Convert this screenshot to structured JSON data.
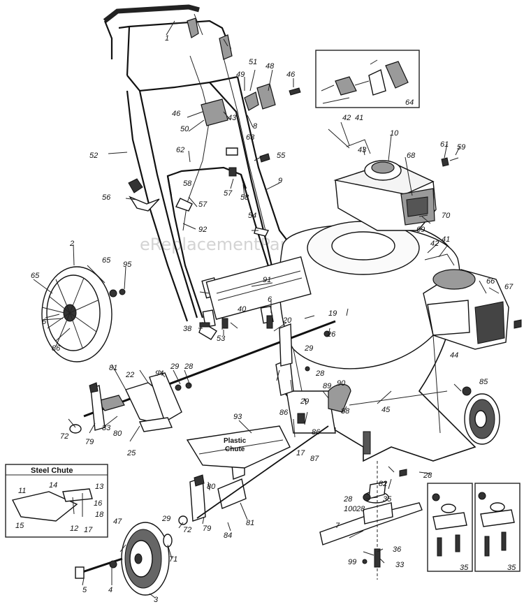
{
  "watermark": "eReplacementParts.com",
  "boxes": {
    "steel_chute": "Steel Chute",
    "plastic_chute": "Plastic\nChute"
  },
  "callouts": [
    {
      "id": "c1",
      "text": "1"
    },
    {
      "id": "c2",
      "text": "2"
    },
    {
      "id": "c3",
      "text": "3"
    },
    {
      "id": "c4",
      "text": "4"
    },
    {
      "id": "c5",
      "text": "5"
    },
    {
      "id": "c6",
      "text": "6"
    },
    {
      "id": "c6b",
      "text": "6"
    },
    {
      "id": "c7",
      "text": "7"
    },
    {
      "id": "c8",
      "text": "8"
    },
    {
      "id": "c9",
      "text": "9"
    },
    {
      "id": "c10",
      "text": "10"
    },
    {
      "id": "c11",
      "text": "11"
    },
    {
      "id": "c12",
      "text": "12"
    },
    {
      "id": "c13",
      "text": "13"
    },
    {
      "id": "c14",
      "text": "14"
    },
    {
      "id": "c15",
      "text": "15"
    },
    {
      "id": "c16",
      "text": "16"
    },
    {
      "id": "c17",
      "text": "17"
    },
    {
      "id": "c17b",
      "text": "17"
    },
    {
      "id": "c18",
      "text": "18"
    },
    {
      "id": "c19",
      "text": "19"
    },
    {
      "id": "c20",
      "text": "20"
    },
    {
      "id": "c22",
      "text": "22"
    },
    {
      "id": "c25",
      "text": "25"
    },
    {
      "id": "c26",
      "text": "26"
    },
    {
      "id": "c28a",
      "text": "28"
    },
    {
      "id": "c28b",
      "text": "28"
    },
    {
      "id": "c28c",
      "text": "28"
    },
    {
      "id": "c28d",
      "text": "28"
    },
    {
      "id": "c28e",
      "text": "28"
    },
    {
      "id": "c29a",
      "text": "29"
    },
    {
      "id": "c29b",
      "text": "29"
    },
    {
      "id": "c29c",
      "text": "29"
    },
    {
      "id": "c29d",
      "text": "29"
    },
    {
      "id": "c33",
      "text": "33"
    },
    {
      "id": "c35",
      "text": "35"
    },
    {
      "id": "c35b",
      "text": "35"
    },
    {
      "id": "c35c",
      "text": "35"
    },
    {
      "id": "c36",
      "text": "36"
    },
    {
      "id": "c38",
      "text": "38"
    },
    {
      "id": "c40",
      "text": "40"
    },
    {
      "id": "c41a",
      "text": "41"
    },
    {
      "id": "c41b",
      "text": "41"
    },
    {
      "id": "c42a",
      "text": "42"
    },
    {
      "id": "c42b",
      "text": "42"
    },
    {
      "id": "c43a",
      "text": "43"
    },
    {
      "id": "c43b",
      "text": "43"
    },
    {
      "id": "c44",
      "text": "44"
    },
    {
      "id": "c45",
      "text": "45"
    },
    {
      "id": "c46a",
      "text": "46"
    },
    {
      "id": "c46b",
      "text": "46"
    },
    {
      "id": "c47",
      "text": "47"
    },
    {
      "id": "c48",
      "text": "48"
    },
    {
      "id": "c49",
      "text": "49"
    },
    {
      "id": "c50",
      "text": "50"
    },
    {
      "id": "c51",
      "text": "51"
    },
    {
      "id": "c52",
      "text": "52"
    },
    {
      "id": "c53",
      "text": "53"
    },
    {
      "id": "c54",
      "text": "54"
    },
    {
      "id": "c55",
      "text": "55"
    },
    {
      "id": "c56",
      "text": "56"
    },
    {
      "id": "c57a",
      "text": "57"
    },
    {
      "id": "c57b",
      "text": "57"
    },
    {
      "id": "c58a",
      "text": "58"
    },
    {
      "id": "c58b",
      "text": "58"
    },
    {
      "id": "c59",
      "text": "59"
    },
    {
      "id": "c61",
      "text": "61"
    },
    {
      "id": "c62",
      "text": "62"
    },
    {
      "id": "c63",
      "text": "63"
    },
    {
      "id": "c64",
      "text": "64"
    },
    {
      "id": "c65",
      "text": "65"
    },
    {
      "id": "c65b",
      "text": "65"
    },
    {
      "id": "c66",
      "text": "66"
    },
    {
      "id": "c67",
      "text": "67"
    },
    {
      "id": "c68",
      "text": "68"
    },
    {
      "id": "c69",
      "text": "69"
    },
    {
      "id": "c70",
      "text": "70"
    },
    {
      "id": "c71",
      "text": "71"
    },
    {
      "id": "c72a",
      "text": "72"
    },
    {
      "id": "c72b",
      "text": "72"
    },
    {
      "id": "c79a",
      "text": "79"
    },
    {
      "id": "c79b",
      "text": "79"
    },
    {
      "id": "c80a",
      "text": "80"
    },
    {
      "id": "c80b",
      "text": "80"
    },
    {
      "id": "c81a",
      "text": "81"
    },
    {
      "id": "c81b",
      "text": "81"
    },
    {
      "id": "c82",
      "text": "82"
    },
    {
      "id": "c83",
      "text": "83"
    },
    {
      "id": "c84",
      "text": "84"
    },
    {
      "id": "c85",
      "text": "85"
    },
    {
      "id": "c86a",
      "text": "86"
    },
    {
      "id": "c86b",
      "text": "86"
    },
    {
      "id": "c86c",
      "text": "86"
    },
    {
      "id": "c87",
      "text": "87"
    },
    {
      "id": "c88",
      "text": "88"
    },
    {
      "id": "c89",
      "text": "89"
    },
    {
      "id": "c90",
      "text": "90"
    },
    {
      "id": "c91",
      "text": "91"
    },
    {
      "id": "c92",
      "text": "92"
    },
    {
      "id": "c93",
      "text": "93"
    },
    {
      "id": "c94",
      "text": "94"
    },
    {
      "id": "c95",
      "text": "95"
    },
    {
      "id": "c99",
      "text": "99"
    },
    {
      "id": "c100",
      "text": "100"
    }
  ]
}
